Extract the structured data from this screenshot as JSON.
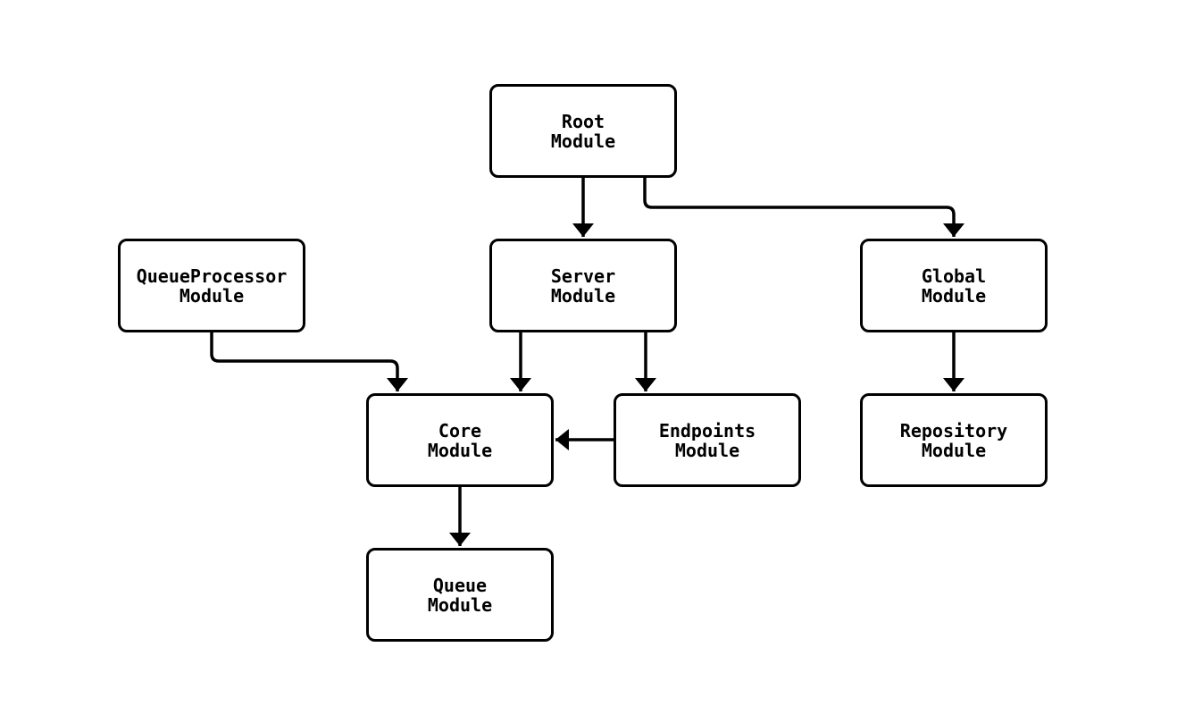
{
  "diagram": {
    "background_color": "#ffffff",
    "stroke_color": "#000000",
    "node_fill_color": "#ffffff",
    "nodes": [
      {
        "id": "root",
        "title": "Root",
        "subtitle": "Module"
      },
      {
        "id": "queueprocessor",
        "title": "QueueProcessor",
        "subtitle": "Module"
      },
      {
        "id": "server",
        "title": "Server",
        "subtitle": "Module"
      },
      {
        "id": "global",
        "title": "Global",
        "subtitle": "Module"
      },
      {
        "id": "core",
        "title": "Core",
        "subtitle": "Module"
      },
      {
        "id": "endpoints",
        "title": "Endpoints",
        "subtitle": "Module"
      },
      {
        "id": "repository",
        "title": "Repository",
        "subtitle": "Module"
      },
      {
        "id": "queue",
        "title": "Queue",
        "subtitle": "Module"
      }
    ],
    "edges": [
      {
        "from": "root",
        "to": "server"
      },
      {
        "from": "root",
        "to": "global"
      },
      {
        "from": "queueprocessor",
        "to": "core"
      },
      {
        "from": "server",
        "to": "core"
      },
      {
        "from": "server",
        "to": "endpoints"
      },
      {
        "from": "global",
        "to": "repository"
      },
      {
        "from": "endpoints",
        "to": "core"
      },
      {
        "from": "core",
        "to": "queue"
      }
    ]
  }
}
